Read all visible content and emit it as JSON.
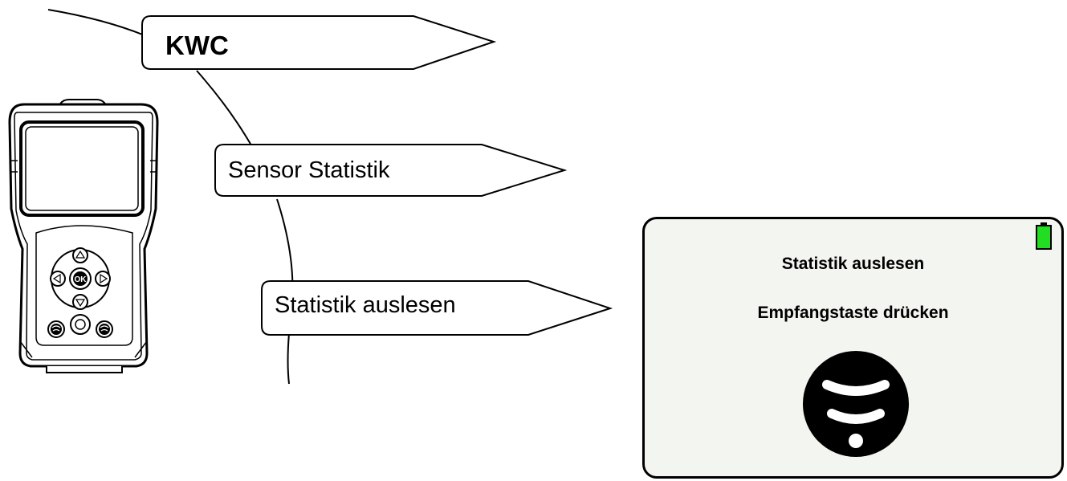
{
  "diagram": {
    "menu_path": [
      {
        "label": "KWC",
        "level": 1
      },
      {
        "label": "Sensor Statistik",
        "level": 2
      },
      {
        "label": "Statistik auslesen",
        "level": 3
      }
    ]
  },
  "display": {
    "title": "Statistik auslesen",
    "subtitle": "Empfangstaste drücken",
    "icon": "receive-signal-icon",
    "battery_icon": "battery-full-icon",
    "battery_color": "#22dd22",
    "background_color": "#f3f5f1"
  },
  "device": {
    "center_button_label": "OK",
    "icons": [
      "up-arrow-icon",
      "down-arrow-icon",
      "left-arrow-icon",
      "right-arrow-icon",
      "power-icon",
      "receive-icon",
      "send-icon"
    ]
  }
}
